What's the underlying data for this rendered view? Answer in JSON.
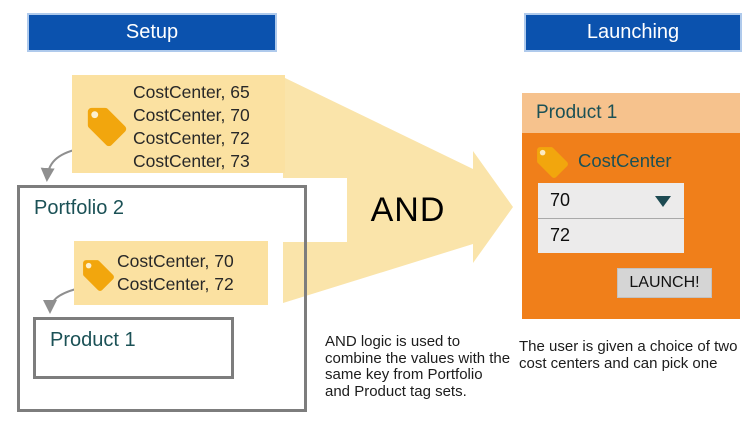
{
  "headers": {
    "setup": "Setup",
    "launching": "Launching"
  },
  "arrow": {
    "label": "AND"
  },
  "portfolio": {
    "title": "Portfolio 2"
  },
  "product": {
    "title": "Product 1"
  },
  "portfolio_tags": {
    "lines": [
      "CostCenter, 65",
      "CostCenter, 70",
      "CostCenter, 72",
      "CostCenter, 73"
    ]
  },
  "product_tags": {
    "lines": [
      "CostCenter, 70",
      "CostCenter, 72"
    ]
  },
  "left_caption": {
    "lines": [
      "AND logic is used to",
      "combine the values with the",
      "same key from Portfolio",
      "and Product tag sets."
    ]
  },
  "right_caption": {
    "lines": [
      "The user is given a choice of two",
      "cost centers and can pick one"
    ]
  },
  "launch_panel": {
    "title": "Product 1",
    "tag_key": "CostCenter",
    "dropdown": {
      "selected": "70",
      "option2": "72"
    },
    "launch_button": "LAUNCH!"
  },
  "icons": {
    "tag": "tag-icon",
    "dropdown_caret": "▼",
    "connector": "curved-arrow"
  },
  "colors": {
    "header_blue": "#0B52AE",
    "tag_box_yellow": "#FBE1A1",
    "arrow_yellow": "#FAE4AA",
    "tag_gold": "#F2A60D",
    "panel_header_orange": "#F6C28D",
    "panel_body_orange": "#F07F1A",
    "teal_text": "#1B5156",
    "box_border_gray": "#7D7D7D"
  }
}
